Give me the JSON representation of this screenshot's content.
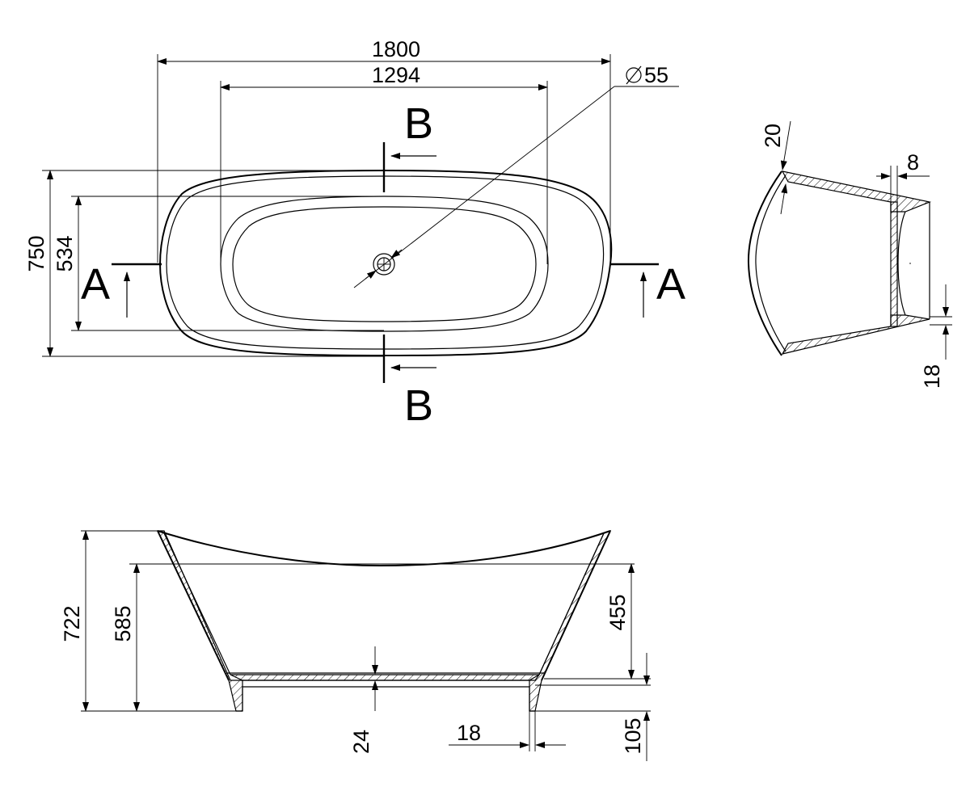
{
  "top_view": {
    "length": "1800",
    "inner_length": "1294",
    "drain": "55",
    "width": "750",
    "inner_width": "534",
    "section_a": "A",
    "section_b": "B"
  },
  "side_section": {
    "rim": "20",
    "wall": "8",
    "base": "18"
  },
  "front_section": {
    "height": "722",
    "inner_height": "585",
    "depth": "455",
    "floor": "24",
    "foot": "18",
    "plinth": "105"
  },
  "colors": {
    "line": "#000000",
    "background": "#ffffff"
  }
}
